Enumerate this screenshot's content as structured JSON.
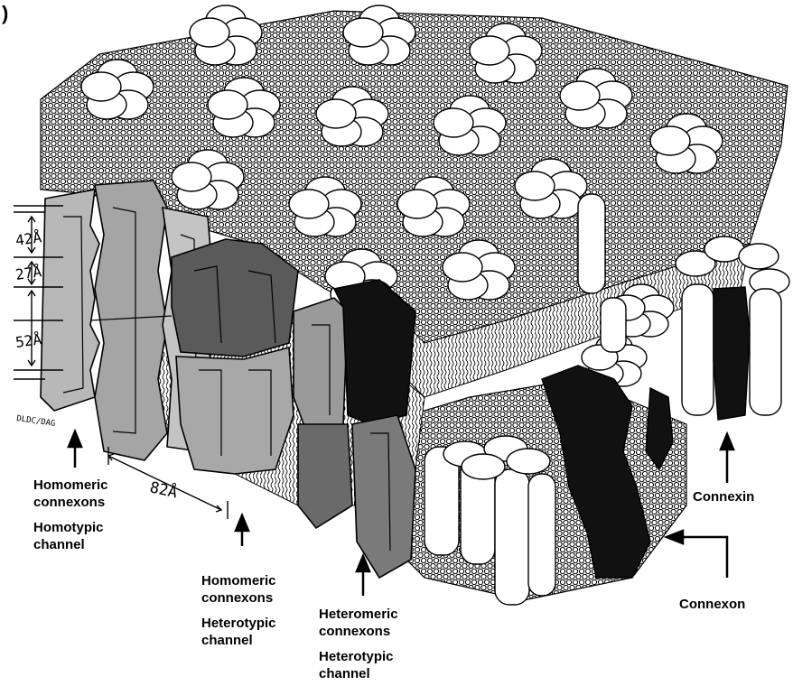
{
  "figure": {
    "panel_mark": ")",
    "credit": "DLDC/DAG",
    "dimensions": [
      "42Å",
      "27Å",
      "52Å",
      "82Å"
    ]
  },
  "labels": {
    "homomeric_homotypic": {
      "line1": "Homomeric",
      "line2": "connexons",
      "line3": "Homotypic",
      "line4": "channel"
    },
    "homomeric_heterotypic": {
      "line1": "Homomeric",
      "line2": "connexons",
      "line3": "Heterotypic",
      "line4": "channel"
    },
    "heteromeric_heterotypic": {
      "line1": "Heteromeric",
      "line2": "connexons",
      "line3": "Heterotypic",
      "line4": "channel"
    },
    "connexin": "Connexin",
    "connexon": "Connexon"
  },
  "colors": {
    "membrane_fill": "#ffffff",
    "membrane_ink": "#000000",
    "light_gray_channel": "#b8b8b8",
    "mid_gray_channel": "#8a8a8a",
    "dark_gray_channel": "#5a5a5a",
    "black_connexon": "#111111"
  }
}
